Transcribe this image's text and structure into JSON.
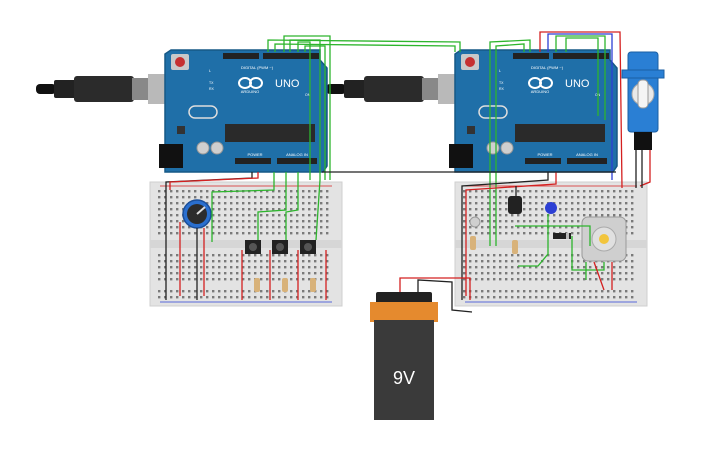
{
  "boards": [
    {
      "id": "arduino-left",
      "logo_text": "UNO",
      "brand_text": "ARDUINO",
      "digital_header": "DIGITAL (PWM ~)",
      "power_header": "POWER",
      "analog_header": "ANALOG IN",
      "tx_label": "TX",
      "rx_label": "RX",
      "l_label": "L",
      "on_label": "ON"
    },
    {
      "id": "arduino-right",
      "logo_text": "UNO",
      "brand_text": "ARDUINO",
      "digital_header": "DIGITAL (PWM ~)",
      "power_header": "POWER",
      "analog_header": "ANALOG IN",
      "tx_label": "TX",
      "rx_label": "RX",
      "l_label": "L",
      "on_label": "ON"
    }
  ],
  "battery": {
    "label": "9V"
  },
  "colors": {
    "board": "#1f6fa8",
    "board_dark": "#165886",
    "breadboard": "#e3e3e3",
    "wire_green": "#2db52d",
    "wire_red": "#d42020",
    "wire_black": "#222222",
    "wire_blue": "#2c3fd4",
    "servo": "#2a7fd4",
    "battery_orange": "#e58a2e",
    "battery_body": "#3a3a3a"
  }
}
